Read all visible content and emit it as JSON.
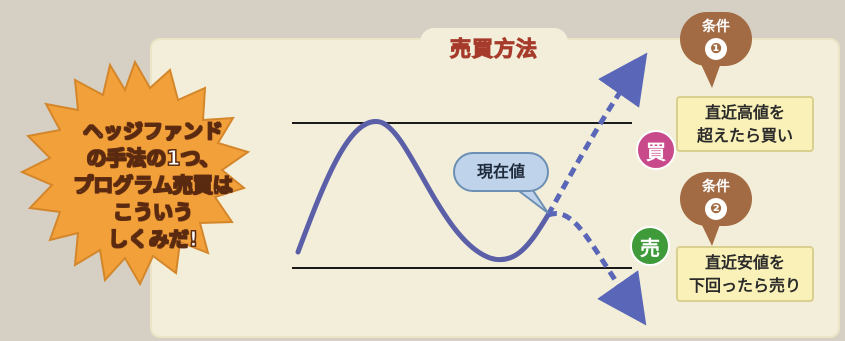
{
  "title": "売買方法",
  "headline": [
    "ヘッジファンド",
    "の手法の1つ、",
    "プログラム売買は",
    "こういう",
    "しくみだ!"
  ],
  "current_price_label": "現在値",
  "conditions": [
    {
      "label": "条件",
      "number": "❶",
      "text_line1": "直近高値を",
      "text_line2": "超えたら買い",
      "badge": "買",
      "badge_color": "#c94a8a"
    },
    {
      "label": "条件",
      "number": "❷",
      "text_line1": "直近安値を",
      "text_line2": "下回ったら売り",
      "badge": "売",
      "badge_color": "#3f9a3a"
    }
  ],
  "colors": {
    "burst": "#f2a13a",
    "curve": "#5a5fa8",
    "dashed": "#5a67b8",
    "title": "#ee6a63"
  }
}
